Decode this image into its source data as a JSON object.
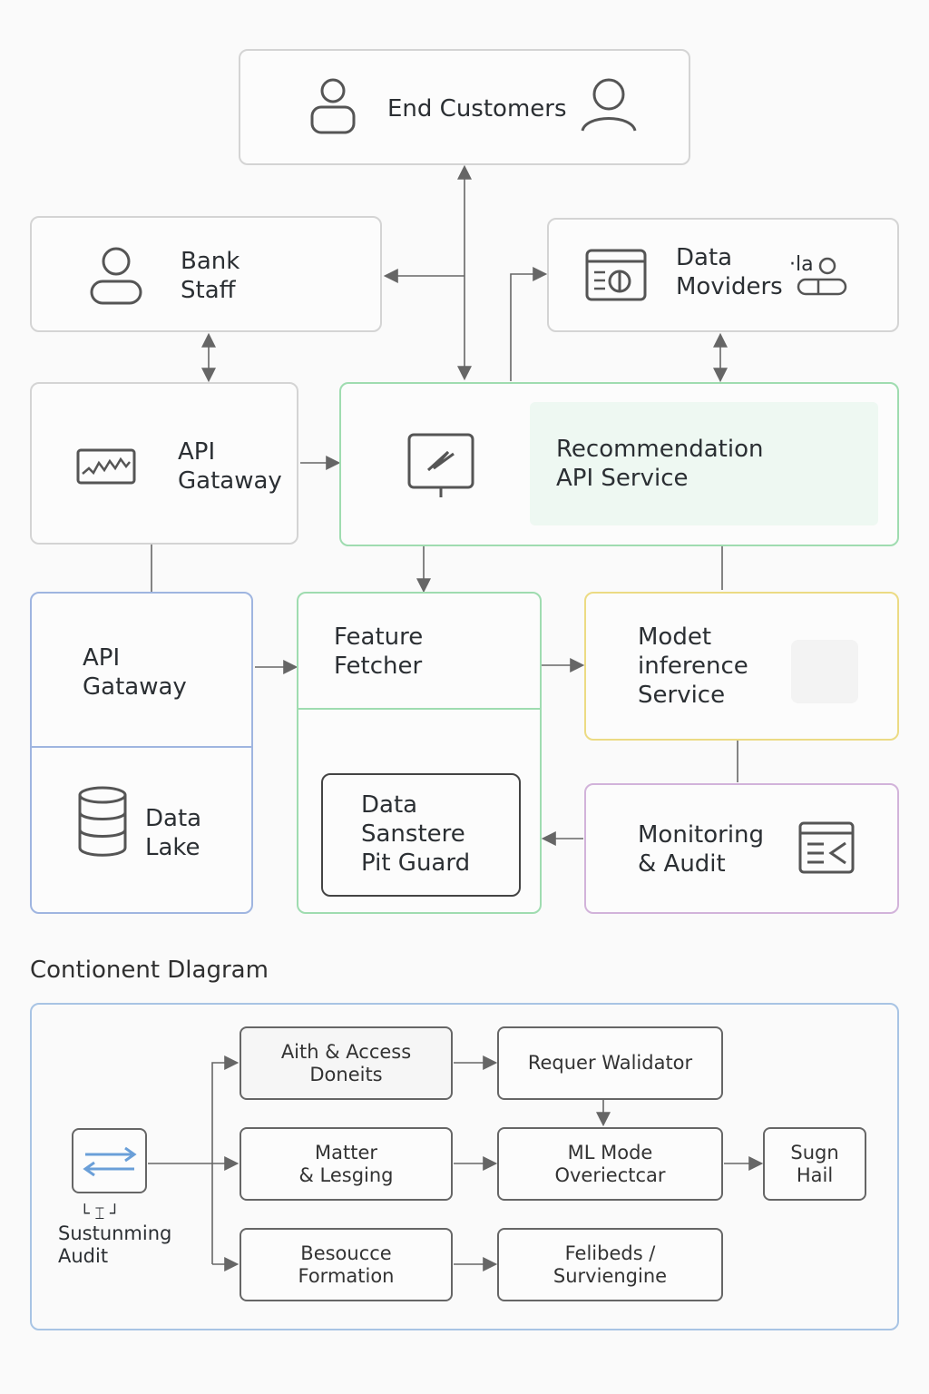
{
  "top": {
    "end_customers": "End Customers",
    "bank_staff": "Bank\nStaff",
    "data_providers": "Data\nMoviders",
    "data_providers_badge": "·la"
  },
  "middle": {
    "api_gateway_top": "API\nGataway",
    "recommendation": "Recommendation\nAPI Service",
    "api_gateway_left": "API\nGataway",
    "data_lake": "Data\nLake",
    "feature_fetcher": "Feature\nFetcher",
    "data_guard": "Data\nSanstere\nPit Guard",
    "model_inference": "Modet\ninference\nService",
    "monitoring": "Monitoring\n& Audit"
  },
  "container_diagram": {
    "heading": "Contionent Dlagram",
    "source_label": "Sustunming\nAudit",
    "source_bracket": "└ ⌶ ┘",
    "auth": "Aith & Access\nDoneits",
    "request_validator": "Requer Walidator",
    "matter": "Matter\n& Lesging",
    "ml_mode": "ML Mode\nOveriectcar",
    "sugn_hail": "Sugn\nHail",
    "resource": "Besoucce\nFormation",
    "feedbacks": "Felibeds /\nSurviengine"
  },
  "colors": {
    "green_border": "#9fdcb0",
    "blue_border": "#9fb5e0",
    "yellow_border": "#ecdb84",
    "purple_border": "#d2b3da",
    "container_border": "#a8c4e4"
  }
}
